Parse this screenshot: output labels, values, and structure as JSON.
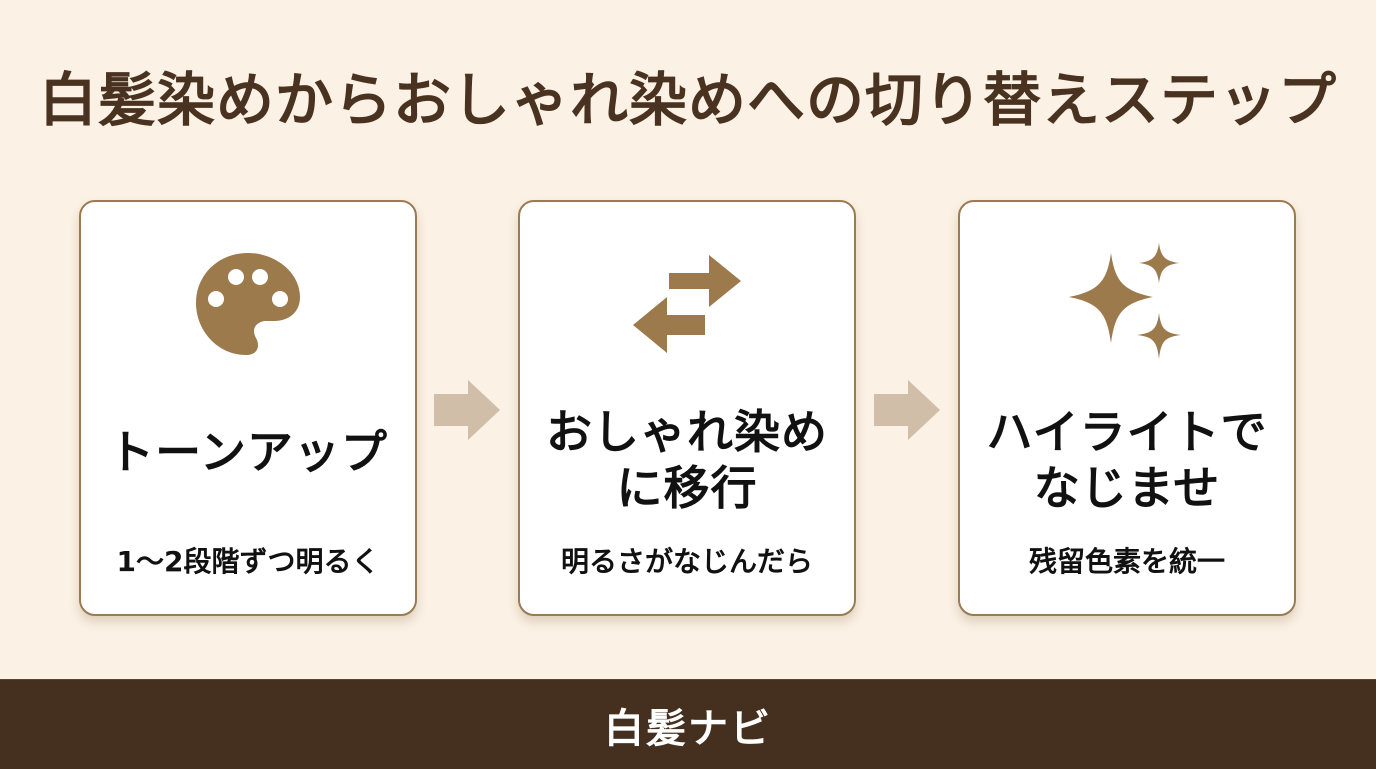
{
  "title": "白髪染めからおしゃれ染めへの切り替えステップ",
  "colors": {
    "background": "#fbf1e4",
    "title_text": "#4a3221",
    "icon_fill": "#9c7a4b",
    "card_border": "#9c7a52",
    "flow_arrow": "#d1bea8",
    "footer_bg": "#45301f"
  },
  "steps": [
    {
      "icon": "palette-icon",
      "heading_lines": [
        "トーンアップ"
      ],
      "sub": "1〜2段階ずつ明るく"
    },
    {
      "icon": "swap-arrows-icon",
      "heading_lines": [
        "おしゃれ染め",
        "に移行"
      ],
      "sub": "明るさがなじんだら"
    },
    {
      "icon": "sparkles-icon",
      "heading_lines": [
        "ハイライトで",
        "なじませ"
      ],
      "sub": "残留色素を統一"
    }
  ],
  "flow_arrows": [
    "arrow-right",
    "arrow-right"
  ],
  "footer": {
    "brand": "白髪ナビ"
  }
}
